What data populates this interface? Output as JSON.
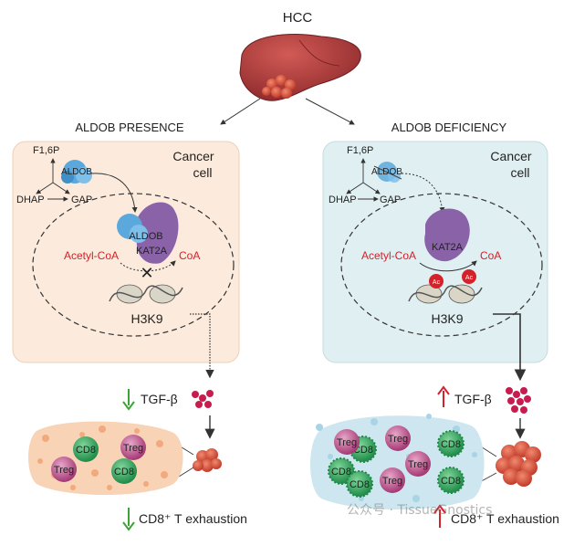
{
  "title": "HCC",
  "left_panel": {
    "heading": "ALDOB PRESENCE",
    "cell_label": "Cancer\ncell",
    "f16p": "F1,6P",
    "dhap": "DHAP",
    "gap": "GAP",
    "aldob": "ALDOB",
    "aldob_complex": "ALDOB",
    "kat2a": "KAT2A",
    "acetyl_coa": "Acetyl-CoA",
    "coa": "CoA",
    "h3k9": "H3K9",
    "tgf": "TGF-β",
    "exhaustion": "CD8⁺ T exhaustion",
    "cells": [
      "CD8",
      "Treg",
      "Treg",
      "CD8"
    ]
  },
  "right_panel": {
    "heading": "ALDOB DEFICIENCY",
    "cell_label": "Cancer\ncell",
    "f16p": "F1,6P",
    "dhap": "DHAP",
    "gap": "GAP",
    "aldob": "ALDOB",
    "kat2a": "KAT2A",
    "acetyl_coa": "Acetyl-CoA",
    "coa": "CoA",
    "ac": "Ac",
    "h3k9": "H3K9",
    "tgf": "TGF-β",
    "exhaustion": "CD8⁺ T exhaustion",
    "cells": [
      "Treg",
      "CD8",
      "Treg",
      "CD8",
      "Treg",
      "CD8",
      "CD8",
      "Treg",
      "CD8"
    ]
  },
  "watermark": "公众号 · TissueGnostics",
  "colors": {
    "left_bg": "#fcebdc",
    "right_bg": "#e0eff1",
    "red_text": "#d6202a",
    "green_arrow": "#3aa435",
    "red_arrow": "#d6202a",
    "liver": "#b8393a",
    "kat2a": "#8a62a8",
    "aldob": "#5ba8dc",
    "treg": "#b1407f",
    "cd8": "#2a9a55"
  }
}
